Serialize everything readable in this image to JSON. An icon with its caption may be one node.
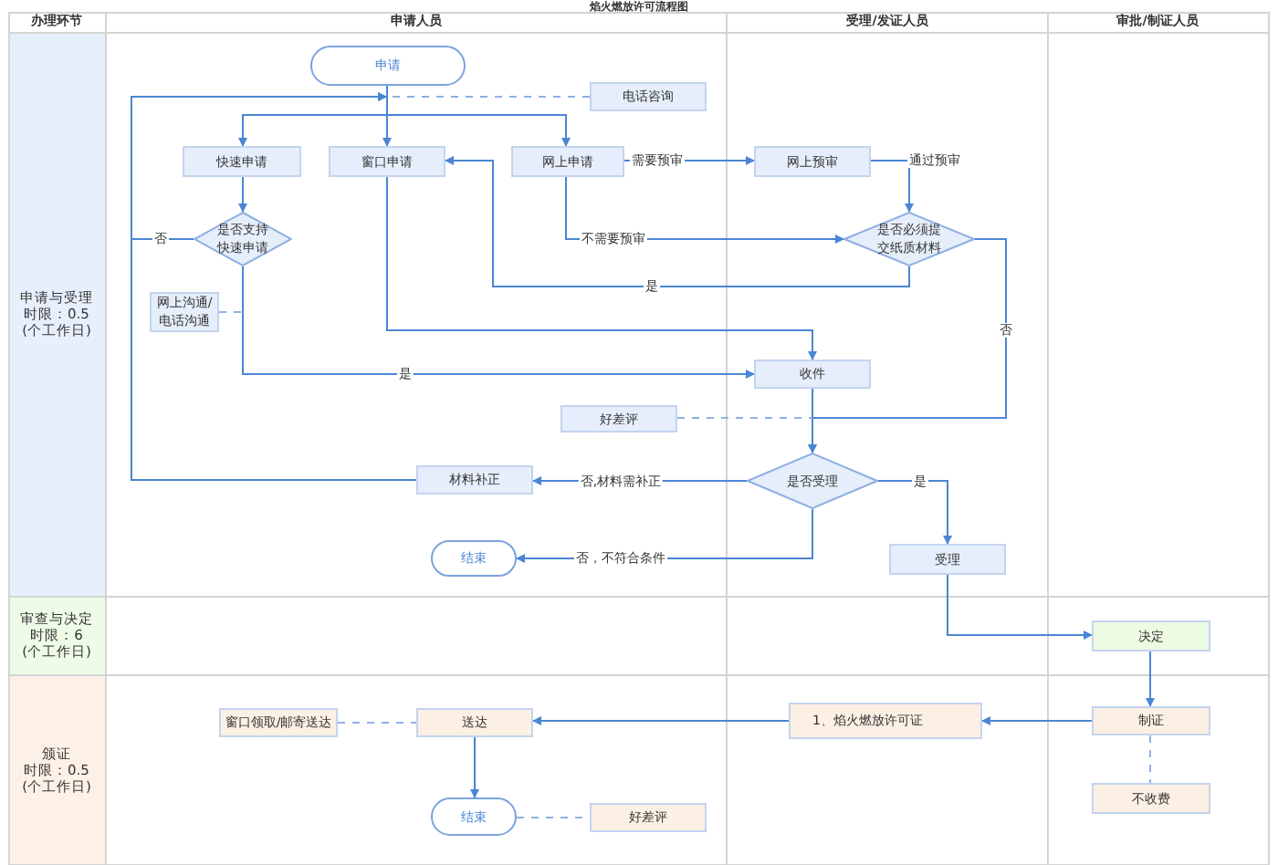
{
  "diagram": {
    "title": "焰火燃放许可流程图",
    "nodes": [
      {
        "text": [
          "申请"
        ]
      },
      {
        "text": [
          "电话咨询"
        ]
      },
      {
        "text": [
          "快速申请"
        ]
      },
      {
        "text": [
          "窗口申请"
        ]
      },
      {
        "text": [
          "网上申请"
        ]
      },
      {
        "text": [
          "网上预审"
        ]
      },
      {
        "text": [
          "是否支持快速申请"
        ]
      },
      {
        "text": [
          "是否必须提交纸质材料"
        ]
      },
      {
        "text": [
          "网上沟通/电话沟通"
        ]
      },
      {
        "text": [
          "收件"
        ]
      },
      {
        "text": [
          "好差评"
        ]
      },
      {
        "text": [
          "是否受理"
        ]
      },
      {
        "text": [
          "材料补正"
        ]
      },
      {
        "text": [
          "受理"
        ]
      },
      {
        "text": [
          "结束"
        ]
      },
      {
        "text": [
          "决定"
        ]
      },
      {
        "text": [
          "制证"
        ]
      },
      {
        "text": [
          "1、焰火燃放许可证"
        ]
      },
      {
        "text": [
          "窗口领取/邮寄送达"
        ]
      },
      {
        "text": [
          "送达"
        ]
      },
      {
        "text": [
          "不收费"
        ]
      },
      {
        "text": [
          "结束"
        ]
      },
      {
        "text": [
          "好差评"
        ]
      }
    ],
    "edges": [
      {
        "from": 0,
        "to": 2,
        "arrow": "to"
      },
      {
        "from": 0,
        "to": 3,
        "arrow": "to"
      },
      {
        "from": 0,
        "to": 4,
        "arrow": "to"
      },
      {
        "from": 1,
        "to": 0,
        "arrow": "none",
        "style": "dashed"
      },
      {
        "from": 2,
        "to": 6,
        "arrow": "to"
      },
      {
        "from": 6,
        "to": 0,
        "arrow": "to",
        "label": "否"
      },
      {
        "from": 12,
        "to": 0,
        "arrow": "to"
      },
      {
        "from": 6,
        "to": 9,
        "arrow": "to",
        "label": "是"
      },
      {
        "from": 8,
        "to": null,
        "arrow": "none",
        "style": "dashed"
      },
      {
        "from": 3,
        "to": 9,
        "arrow": "to"
      },
      {
        "from": 4,
        "to": 5,
        "arrow": "to",
        "label": "需要预审"
      },
      {
        "from": 4,
        "to": 7,
        "arrow": "to",
        "label": "不需要预审"
      },
      {
        "from": 5,
        "to": 7,
        "arrow": "to",
        "label": "通过预审"
      },
      {
        "from": 7,
        "to": 3,
        "arrow": "to",
        "label": "是"
      },
      {
        "from": 7,
        "to": 11,
        "arrow": "to",
        "label": "否"
      },
      {
        "from": 9,
        "to": 11,
        "arrow": "to"
      },
      {
        "from": 10,
        "to": null,
        "arrow": "none",
        "style": "dashed"
      },
      {
        "from": 11,
        "to": 12,
        "arrow": "to",
        "label": "否,材料需补正"
      },
      {
        "from": 11,
        "to": 14,
        "arrow": "to",
        "label": "否，不符合条件"
      },
      {
        "from": 11,
        "to": 13,
        "arrow": "to",
        "label": "是"
      },
      {
        "from": 13,
        "to": 15,
        "arrow": "to"
      },
      {
        "from": 15,
        "to": 16,
        "arrow": "to"
      },
      {
        "from": 16,
        "to": 20,
        "arrow": "none",
        "style": "dashed"
      },
      {
        "from": 16,
        "to": 17,
        "arrow": "to"
      },
      {
        "from": 17,
        "to": 19,
        "arrow": "to"
      },
      {
        "from": 18,
        "to": 19,
        "arrow": "none",
        "style": "dashed"
      },
      {
        "from": 19,
        "to": 21,
        "arrow": "to"
      },
      {
        "from": 21,
        "to": 22,
        "arrow": "none",
        "style": "dashed"
      }
    ],
    "labels": [
      "办理环节",
      "申请人员",
      "受理/发证人员",
      "审批/制证人员",
      "申请与受理",
      "时限：0.5",
      "(个工作日)",
      "审查与决定",
      "时限：6",
      "(个工作日)",
      "颁证",
      "时限：0.5",
      "(个工作日)"
    ]
  }
}
